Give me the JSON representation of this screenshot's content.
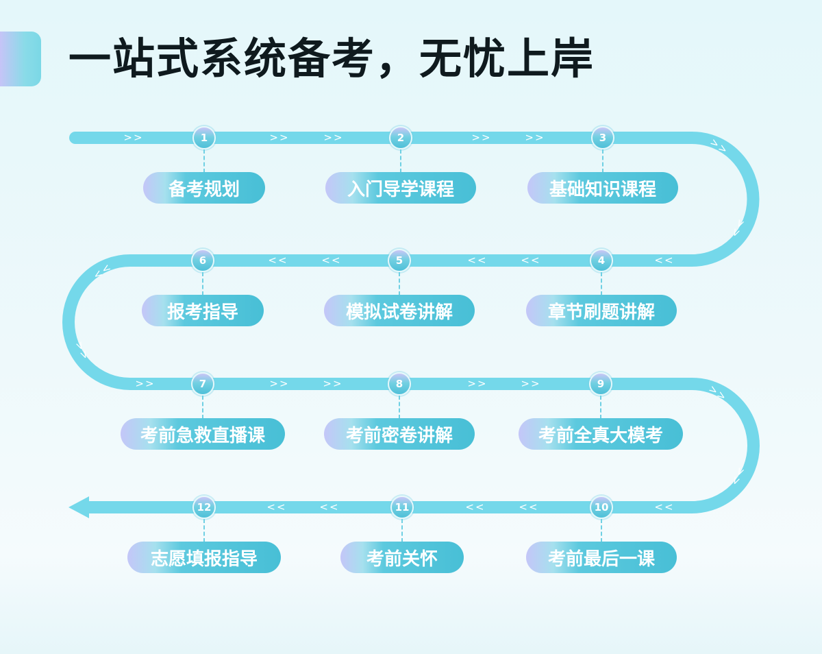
{
  "title": "一站式系统备考，无忧上岸",
  "arrow_right": ">>",
  "arrow_left": "<<",
  "steps": [
    {
      "num": "1",
      "label": "备考规划"
    },
    {
      "num": "2",
      "label": "入门导学课程"
    },
    {
      "num": "3",
      "label": "基础知识课程"
    },
    {
      "num": "4",
      "label": "章节刷题讲解"
    },
    {
      "num": "5",
      "label": "模拟试卷讲解"
    },
    {
      "num": "6",
      "label": "报考指导"
    },
    {
      "num": "7",
      "label": "考前急救直播课"
    },
    {
      "num": "8",
      "label": "考前密卷讲解"
    },
    {
      "num": "9",
      "label": "考前全真大模考"
    },
    {
      "num": "10",
      "label": "考前最后一课"
    },
    {
      "num": "11",
      "label": "考前关怀"
    },
    {
      "num": "12",
      "label": "志愿填报指导"
    }
  ],
  "colors": {
    "track": "#74d8ea",
    "pill_end": "#48bfd6",
    "pill_start": "#c4c6f8",
    "title": "#0f1a1e"
  }
}
